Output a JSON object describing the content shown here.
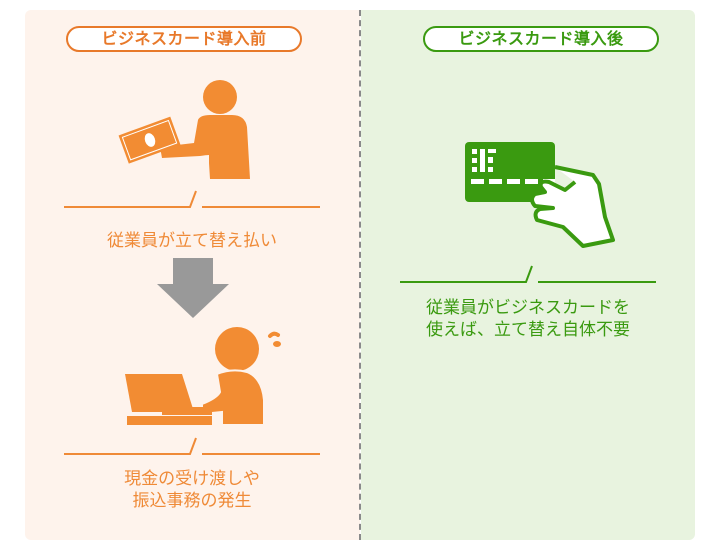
{
  "before": {
    "title": "ビジネスカード導入前",
    "step1_caption": "従業員が立て替え払い",
    "step2_caption_line1": "現金の受け渡しや",
    "step2_caption_line2": "振込事務の発生",
    "accent_color": "#ef8a37",
    "background_color": "#fef3ec"
  },
  "after": {
    "title": "ビジネスカード導入後",
    "caption_line1": "従業員がビジネスカードを",
    "caption_line2": "使えば、立て替え自体不要",
    "accent_color": "#3a9a10",
    "background_color": "#e8f3df"
  },
  "icons": {
    "person_paying": "person-holding-cash-icon",
    "arrow": "arrow-down-icon",
    "person_at_laptop": "person-at-laptop-stressed-icon",
    "card_hand": "hand-holding-credit-card-icon"
  }
}
